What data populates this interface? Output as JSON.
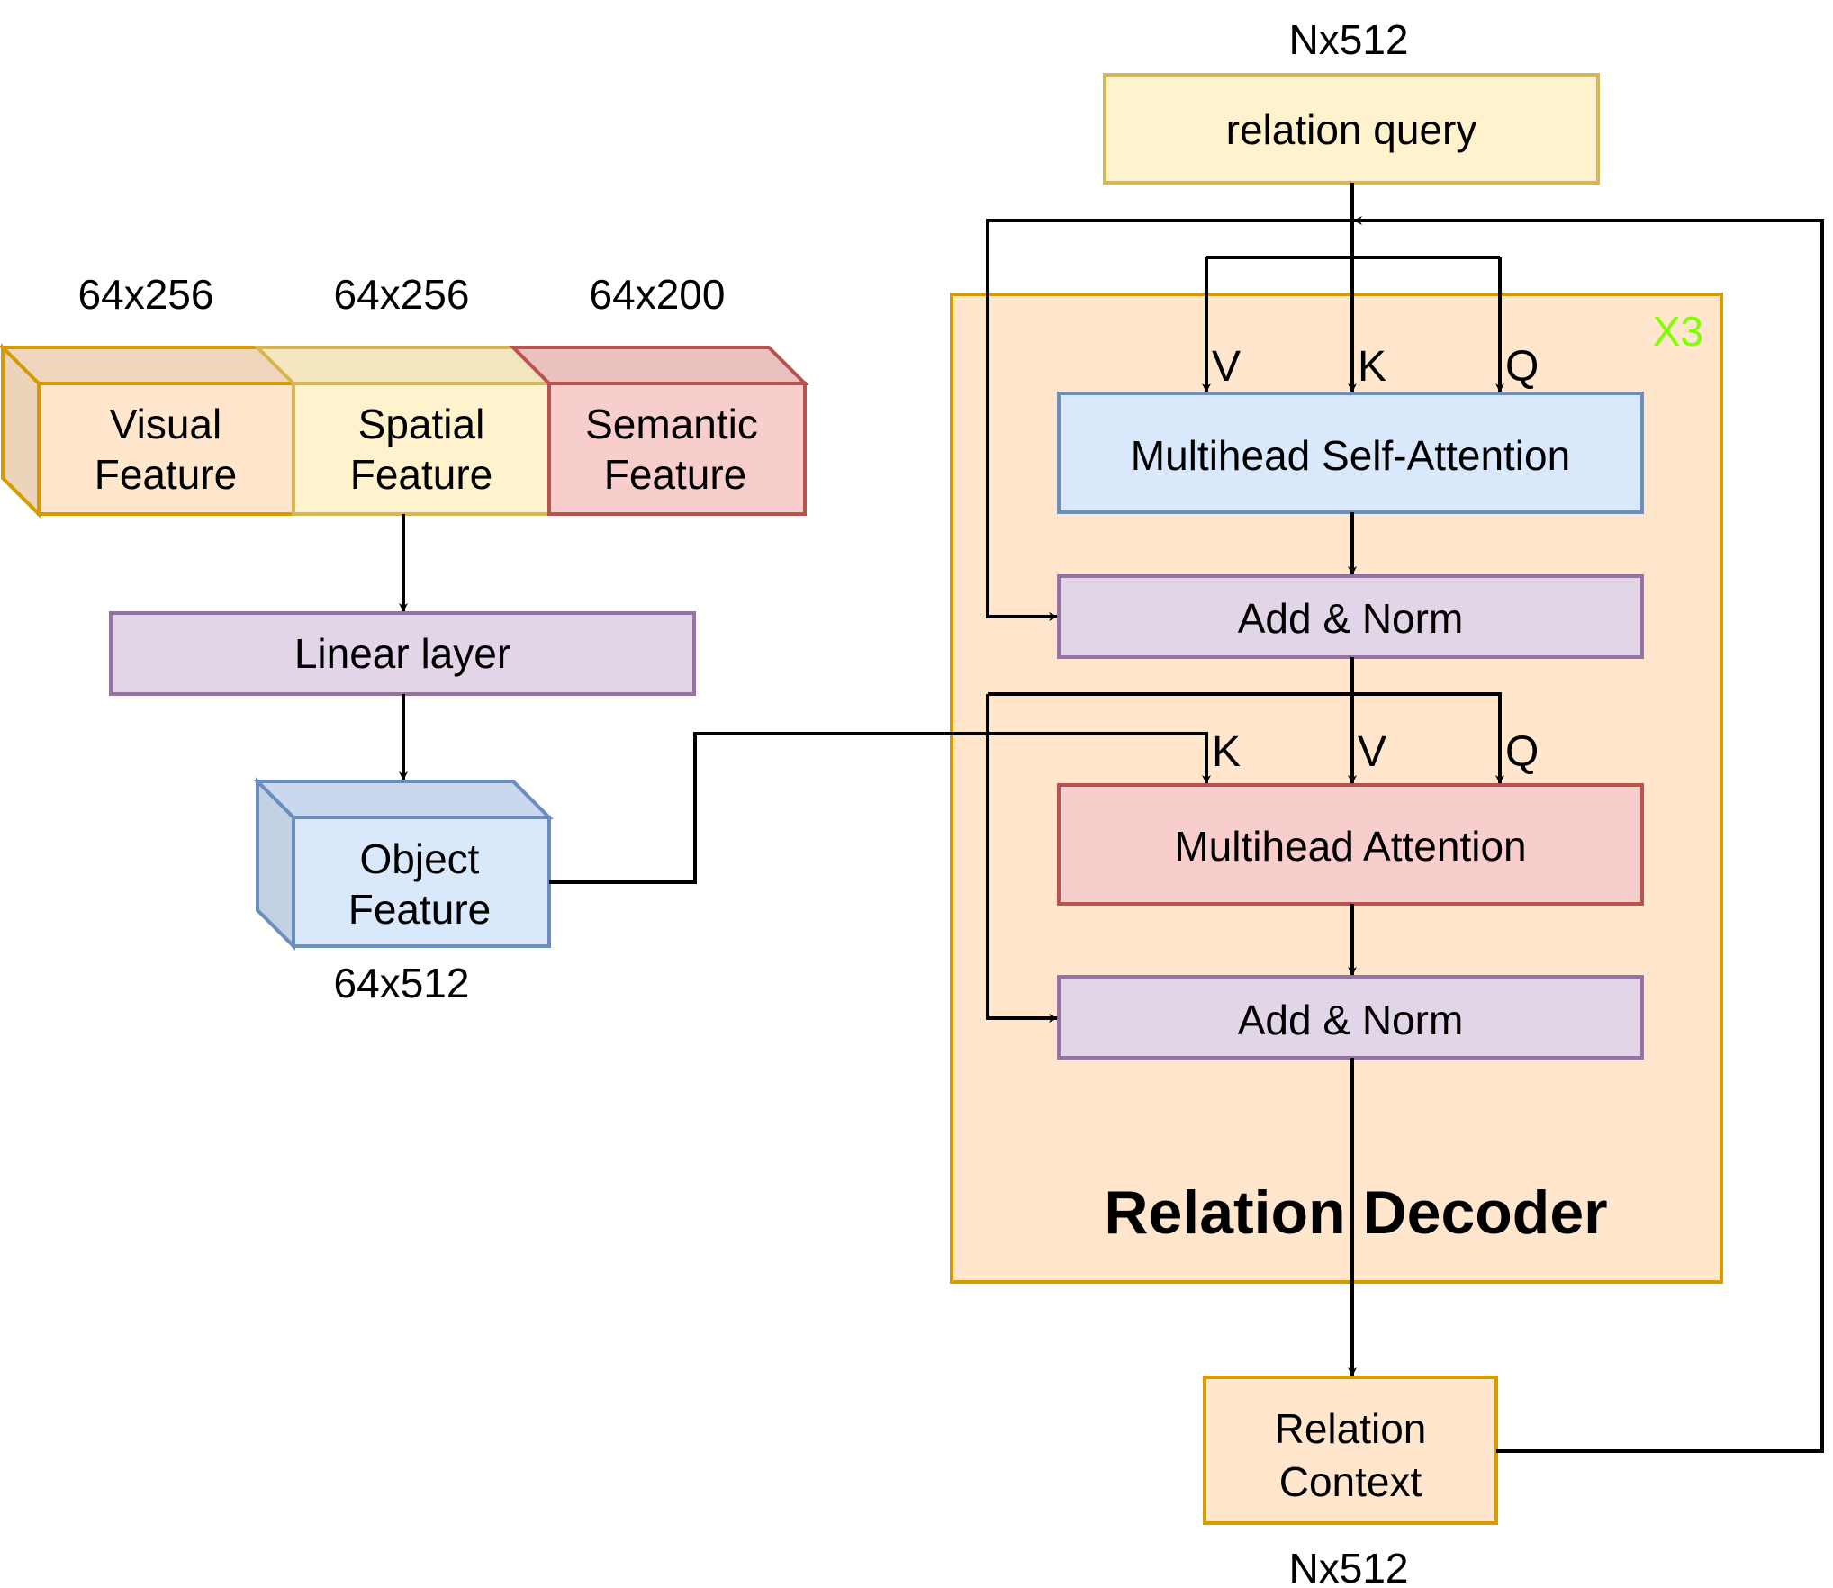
{
  "colors": {
    "orange_fill": "#ffe6cc",
    "orange_stroke": "#d79b00",
    "yellow_fill": "#fff2cc",
    "yellow_stroke": "#d6b656",
    "red_fill": "#f8cecc",
    "red_stroke": "#b85450",
    "blue_fill": "#dae8fc",
    "blue_stroke": "#6c8ebf",
    "purple_fill": "#e1d5e7",
    "purple_stroke": "#9673a6",
    "repeat_label": "#80ff00"
  },
  "inputs": {
    "visual": {
      "line1": "Visual",
      "line2": "Feature",
      "dim": "64x256"
    },
    "spatial": {
      "line1": "Spatial",
      "line2": "Feature",
      "dim": "64x256"
    },
    "semantic": {
      "line1": "Semantic",
      "line2": "Feature",
      "dim": "64x200"
    }
  },
  "linear_layer": {
    "label": "Linear layer"
  },
  "object_feature": {
    "line1": "Object",
    "line2": "Feature",
    "dim": "64x512"
  },
  "relation_query": {
    "label": "relation query",
    "dim": "Nx512"
  },
  "decoder": {
    "title": "Relation Decoder",
    "repeat": "X3",
    "self_attention": {
      "label": "Multihead Self-Attention",
      "inputs": [
        "V",
        "K",
        "Q"
      ]
    },
    "add_norm_1": {
      "label": "Add & Norm"
    },
    "cross_attention": {
      "label": "Multihead Attention",
      "inputs": [
        "K",
        "V",
        "Q"
      ]
    },
    "add_norm_2": {
      "label": "Add & Norm"
    }
  },
  "relation_context": {
    "line1": "Relation",
    "line2": "Context",
    "dim": "Nx512"
  }
}
